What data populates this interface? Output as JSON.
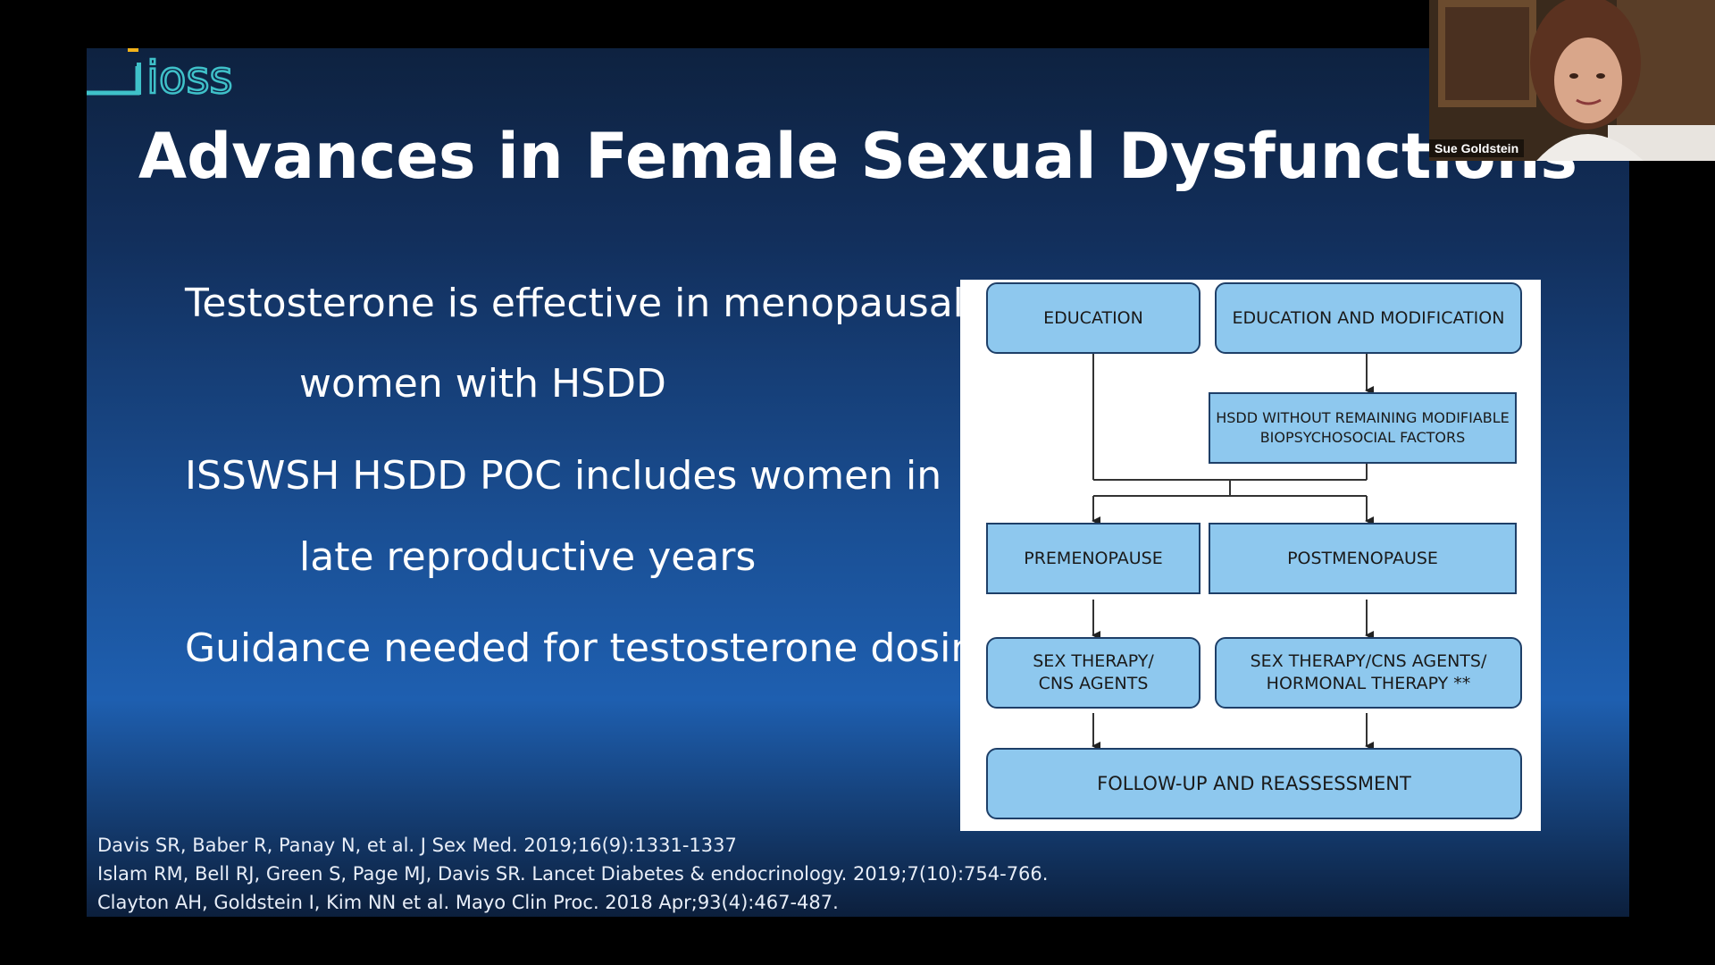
{
  "brand": {
    "logo_text": "ioss",
    "logo_color": "#3fc1c9",
    "logo_accent": "#f2b21b"
  },
  "slide": {
    "title": "Advances in Female Sexual Dysfunctions",
    "bullets": [
      {
        "line1": "Testosterone is effective in menopausal",
        "line2": "women with HSDD"
      },
      {
        "line1": "ISSWSH HSDD POC includes women in",
        "line2": "late reproductive years"
      },
      {
        "line1": "Guidance needed for testosterone dosing",
        "line2": ""
      }
    ],
    "references": [
      "Davis SR, Baber R, Panay N, et al. J Sex Med. 2019;16(9):1331-1337",
      "Islam RM, Bell RJ, Green S, Page MJ, Davis SR. Lancet Diabetes & endocrinology. 2019;7(10):754-766.",
      "Clayton AH, Goldstein I, Kim NN et al.  Mayo Clin Proc. 2018 Apr;93(4):467-487."
    ]
  },
  "flowchart": {
    "education": "EDUCATION",
    "education_modification": "EDUCATION AND MODIFICATION",
    "hsdd_line1": "HSDD WITHOUT REMAINING MODIFIABLE",
    "hsdd_line2": "BIOPSYCHOSOCIAL FACTORS",
    "premenopause": "PREMENOPAUSE",
    "postmenopause": "POSTMENOPAUSE",
    "pre_therapy_line1": "SEX THERAPY/",
    "pre_therapy_line2": "CNS AGENTS",
    "post_therapy_line1": "SEX THERAPY/CNS AGENTS/",
    "post_therapy_line2": "HORMONAL THERAPY **",
    "followup": "FOLLOW-UP AND REASSESSMENT",
    "box_fill": "#8ec8ee",
    "box_border": "#1e3f68"
  },
  "video": {
    "participant_name": "Sue Goldstein"
  }
}
